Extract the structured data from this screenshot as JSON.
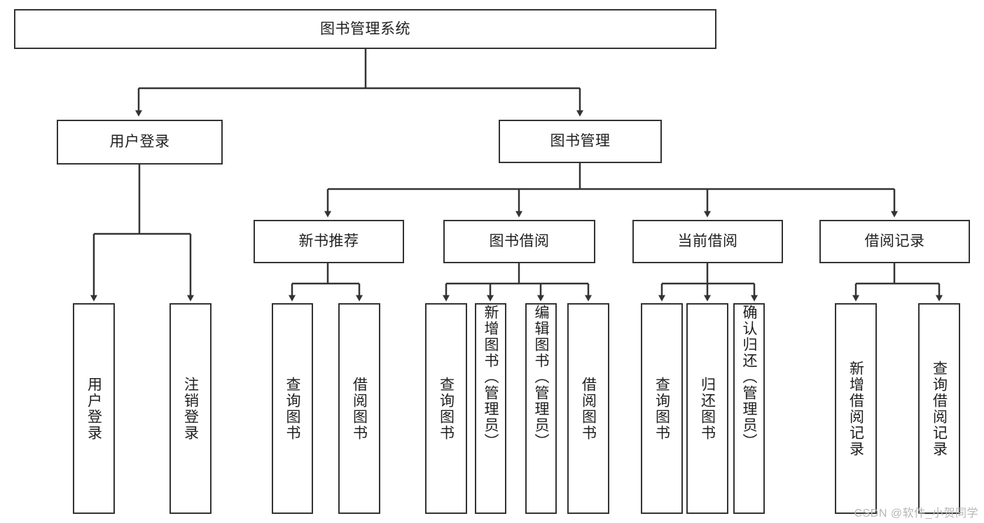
{
  "diagram": {
    "title": "图书管理系统",
    "type": "tree-hierarchy-chart",
    "root": {
      "label": "图书管理系统"
    },
    "level1": [
      {
        "label": "用户登录"
      },
      {
        "label": "图书管理"
      }
    ],
    "level2": [
      {
        "label": "新书推荐"
      },
      {
        "label": "图书借阅"
      },
      {
        "label": "当前借阅"
      },
      {
        "label": "借阅记录"
      }
    ],
    "leaves": {
      "user_login": [
        {
          "label": "用户登录"
        },
        {
          "label": "注销登录"
        }
      ],
      "new_book_recommend": [
        {
          "label": "查询图书"
        },
        {
          "label": "借阅图书"
        }
      ],
      "book_borrow": [
        {
          "label": "查询图书"
        },
        {
          "label": "新增图书（管理员）"
        },
        {
          "label": "编辑图书（管理员）"
        },
        {
          "label": "借阅图书"
        }
      ],
      "current_borrow": [
        {
          "label": "查询图书"
        },
        {
          "label": "归还图书"
        },
        {
          "label": "确认归还（管理员）"
        }
      ],
      "borrow_record": [
        {
          "label": "新增借阅记录"
        },
        {
          "label": "查询借阅记录"
        }
      ]
    },
    "watermark": "CSDN @软件_小贺同学",
    "colors": {
      "border": "#333333",
      "background": "#ffffff",
      "text": "#1f1f1f",
      "watermark": "#b6b6b6"
    }
  }
}
